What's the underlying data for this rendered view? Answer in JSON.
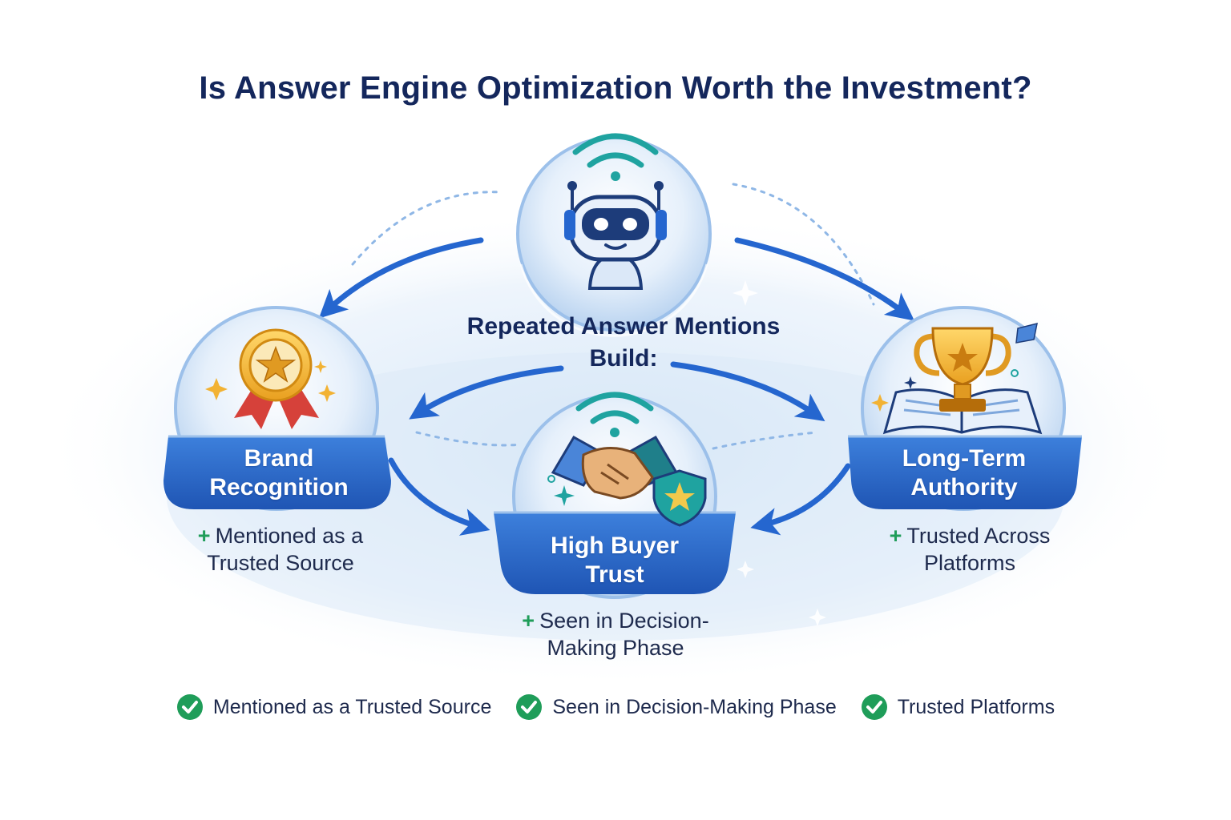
{
  "title": "Is Answer Engine Optimization Worth the Investment?",
  "center_label": {
    "line1": "Repeated Answer Mentions",
    "line2": "Build:"
  },
  "nodes": [
    {
      "name_line1": "Brand",
      "name_line2": "Recognition",
      "icon": "award-ribbon-icon",
      "benefit_line1": "Mentioned as a",
      "benefit_line2": "Trusted Source"
    },
    {
      "name_line1": "High Buyer",
      "name_line2": "Trust",
      "icon": "handshake-shield-icon",
      "benefit_line1": "Seen in Decision-",
      "benefit_line2": "Making Phase"
    },
    {
      "name_line1": "Long-Term",
      "name_line2": "Authority",
      "icon": "trophy-book-icon",
      "benefit_line1": "Trusted Across",
      "benefit_line2": "Platforms"
    }
  ],
  "plus_symbol": "+",
  "hub_icon": "robot-assistant-icon",
  "checklist": [
    "Mentioned as a Trusted Source",
    "Seen in Decision-Making Phase",
    "Trusted Platforms"
  ],
  "colors": {
    "navy": "#14275c",
    "band_blue": "#2f6fd0",
    "accent_green": "#1f9d59",
    "teal": "#1fa3a0",
    "gold": "#f2b233"
  }
}
